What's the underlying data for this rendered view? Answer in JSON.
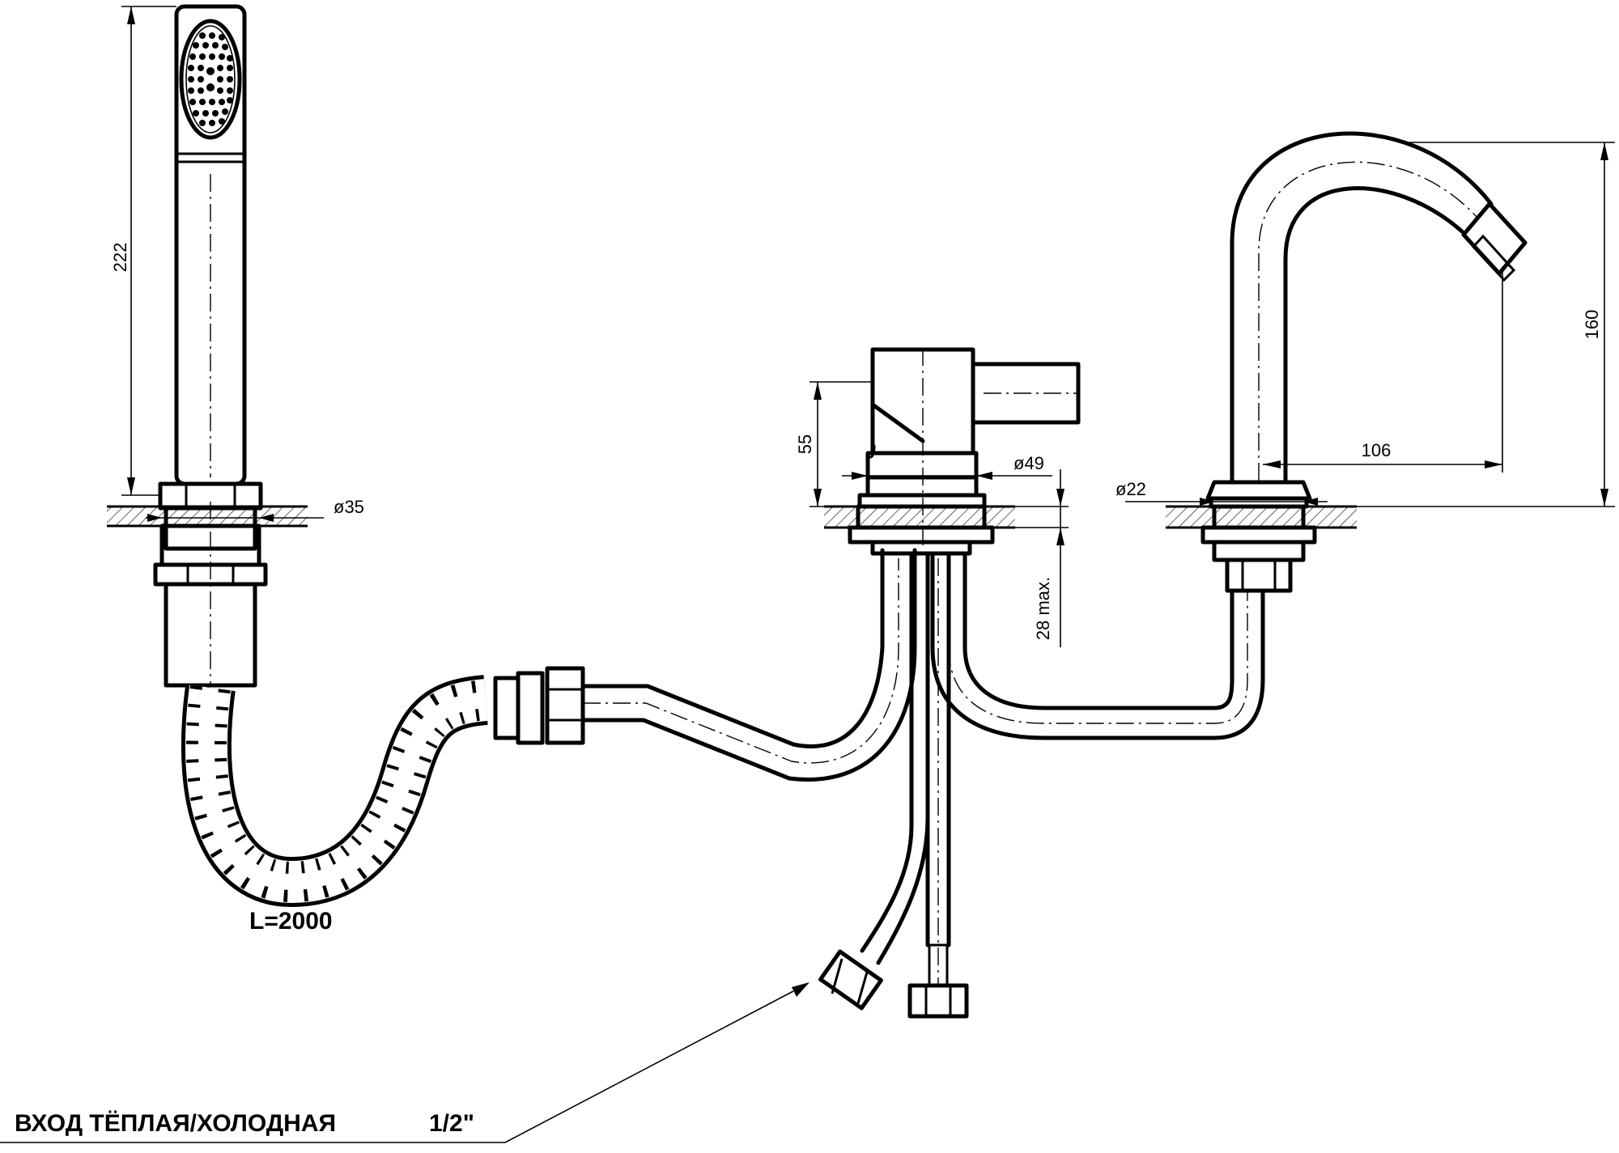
{
  "dimensions": {
    "shower_height": "222",
    "shower_diameter": "ø35",
    "mixer_height": "55",
    "mixer_diameter": "ø49",
    "max_thickness": "28 max.",
    "spout_diameter": "ø22",
    "spout_reach": "106",
    "spout_height": "160"
  },
  "labels": {
    "hose_length": "L=2000",
    "inlet": "ВХОД  ТЁПЛАЯ/ХОЛОДНАЯ",
    "thread": "1/2\""
  }
}
